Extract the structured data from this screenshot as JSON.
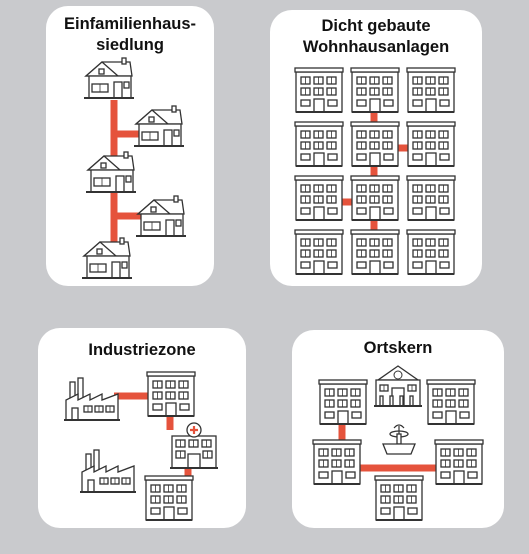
{
  "colors": {
    "background": "#c9cacd",
    "card": "#ffffff",
    "connector": "#e5533c",
    "outline": "#333333",
    "window": "#ffffff"
  },
  "panels": [
    {
      "id": "einfamilienhaussiedlung",
      "title": "Einfamilienhaus-\nsiedlung",
      "buildings": [
        "house-icon",
        "house-icon",
        "house-icon",
        "house-icon",
        "house-icon"
      ]
    },
    {
      "id": "dicht-gebaute-wohnhausanlagen",
      "title": "Dicht gebaute\nWohnhausanlagen",
      "buildings": [
        "apartment-block-icon"
      ]
    },
    {
      "id": "industriezone",
      "title": "Industriezone",
      "buildings": [
        "factory-icon",
        "factory-icon",
        "apartment-block-icon",
        "hospital-icon"
      ]
    },
    {
      "id": "ortskern",
      "title": "Ortskern",
      "buildings": [
        "town-hall-icon",
        "fountain-icon",
        "apartment-block-icon"
      ]
    }
  ]
}
